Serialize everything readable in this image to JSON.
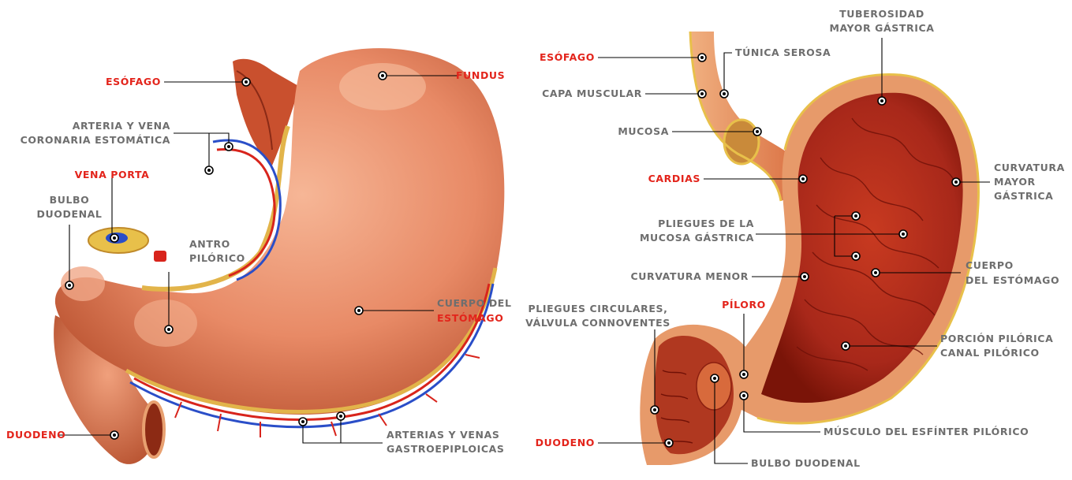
{
  "left_diagram": {
    "labels": {
      "esofago": "ESÓFAGO",
      "fundus": "FUNDUS",
      "arteria_line1": "ARTERIA Y VENA",
      "arteria_line2": "CORONARIA ESTOMÁTICA",
      "vena_porta": "VENA PORTA",
      "bulbo_line1": "BULBO",
      "bulbo_line2": "DUODENAL",
      "antro_line1": "ANTRO",
      "antro_line2": "PILÓRICO",
      "cuerpo_line1": "CUERPO DEL",
      "cuerpo_line2": "ESTÓMAGO",
      "duodeno": "DUODENO",
      "arterias_line1": "ARTERIAS Y VENAS",
      "arterias_line2": "GASTROEPIPLOICAS"
    }
  },
  "right_diagram": {
    "labels": {
      "esofago": "ESÓFAGO",
      "tuberosidad_line1": "TUBEROSIDAD",
      "tuberosidad_line2": "MAYOR GÁSTRICA",
      "tunica": "TÚNICA SEROSA",
      "capa": "CAPA MUSCULAR",
      "mucosa": "MUCOSA",
      "cardias": "CARDIAS",
      "curv_mayor_line1": "CURVATURA",
      "curv_mayor_line2": "MAYOR",
      "curv_mayor_line3": "GÁSTRICA",
      "pliegues_line1": "PLIEGUES DE LA",
      "pliegues_line2": "MUCOSA GÁSTRICA",
      "curv_menor": "CURVATURA MENOR",
      "cuerpo_line1": "CUERPO",
      "cuerpo_line2_a": "DEL",
      "cuerpo_line2_b": "ESTÓMAGO",
      "pliegues_circ_line1": "PLIEGUES CIRCULARES,",
      "pliegues_circ_line2": "VÁLVULA CONNOVENTES",
      "piloro": "PÍLORO",
      "porcion_line1": "PORCIÓN PILÓRICA",
      "porcion_line2": "CANAL PILÓRICO",
      "duodeno": "DUODENO",
      "musculo": "MÚSCULO DEL ESFÍNTER PILÓRICO",
      "bulbo": "BULBO DUODENAL"
    }
  },
  "colors": {
    "stomach_outer": "#e88a66",
    "stomach_highlight": "#f4b090",
    "interior": "#c0321c",
    "interior_dark": "#8c1c10",
    "fat_yellow": "#e8c04a",
    "artery": "#d8241c",
    "vein": "#2a4ec8",
    "label_gray": "#6e6e6e",
    "label_red": "#e3241b"
  }
}
